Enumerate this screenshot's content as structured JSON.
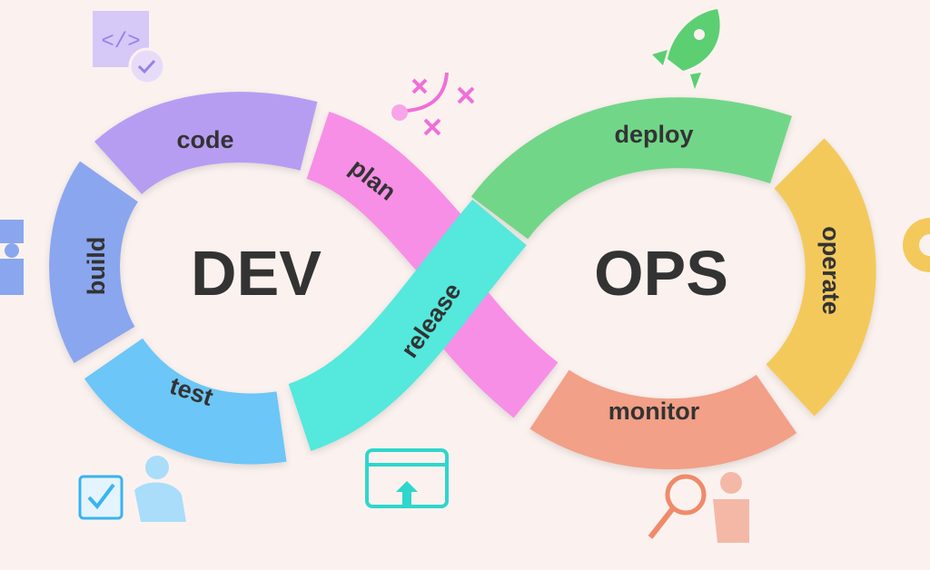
{
  "diagram": {
    "left_title": "DEV",
    "right_title": "OPS",
    "stages": {
      "code": "code",
      "plan": "plan",
      "build": "build",
      "test": "test",
      "release": "release",
      "deploy": "deploy",
      "operate": "operate",
      "monitor": "monitor"
    },
    "code_icon_text": "</>",
    "colors": {
      "code": "#b79df2",
      "plan": "#f78fe6",
      "build": "#8aa6ee",
      "test": "#6cc6f7",
      "release": "#55e8dc",
      "deploy": "#72d688",
      "operate": "#f4c95c",
      "monitor": "#f2a088",
      "background": "#fbf2ef"
    }
  }
}
